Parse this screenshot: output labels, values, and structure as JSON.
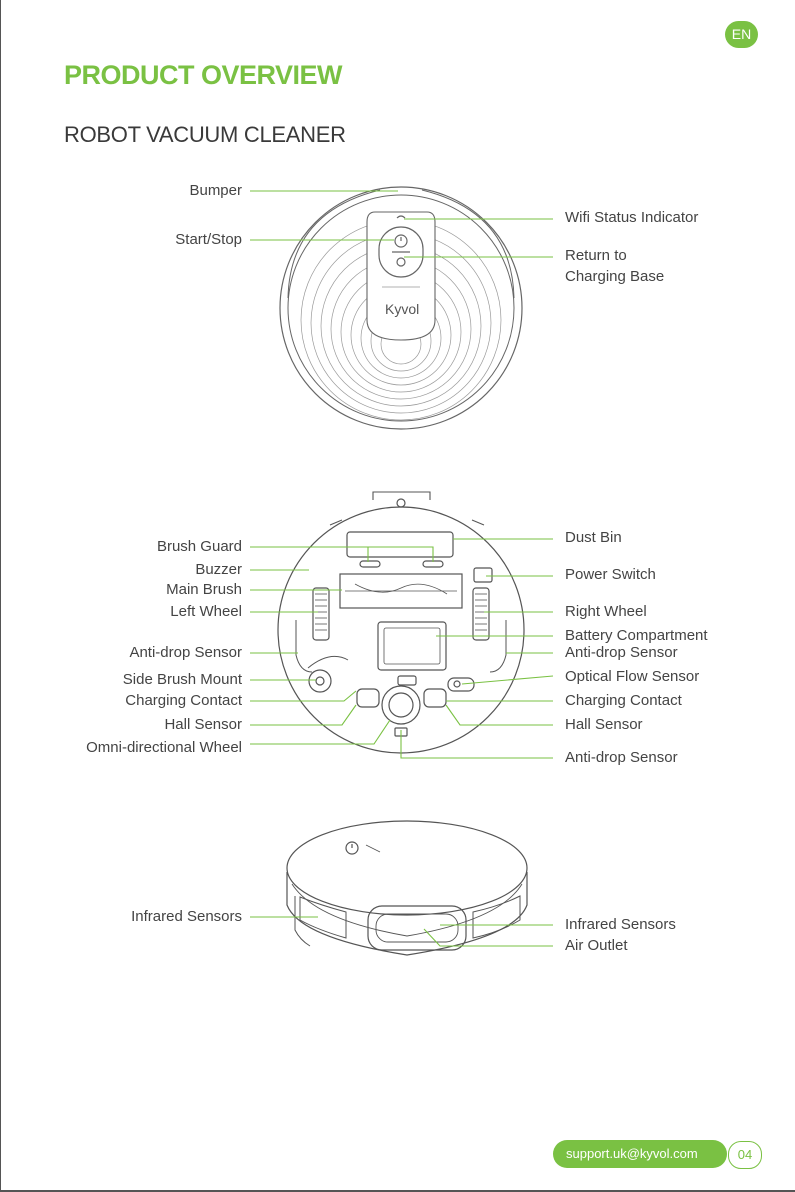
{
  "language_badge": "EN",
  "title": "PRODUCT OVERVIEW",
  "subtitle": "ROBOT VACUUM CLEANER",
  "brand_logo_text": "Kyvol",
  "top_view": {
    "left_labels": [
      "Bumper",
      "Start/Stop"
    ],
    "right_labels": [
      "Wifi Status Indicator",
      "Return to",
      "Charging Base"
    ]
  },
  "bottom_view": {
    "left_labels": [
      "Brush Guard",
      "Buzzer",
      "Main Brush",
      "Left Wheel",
      "Anti-drop Sensor",
      "Side Brush Mount",
      "Charging Contact",
      "Hall Sensor",
      "Omni-directional Wheel"
    ],
    "right_labels": [
      "Dust Bin",
      "Power Switch",
      "Right Wheel",
      "Battery Compartment",
      "Anti-drop Sensor",
      "Optical Flow Sensor",
      "Charging Contact",
      "Hall Sensor",
      "Anti-drop Sensor"
    ]
  },
  "side_view": {
    "left_labels": [
      "Infrared Sensors"
    ],
    "right_labels": [
      "Infrared Sensors",
      "Air Outlet"
    ]
  },
  "footer": {
    "email": "support.uk@kyvol.com",
    "page_number": "04"
  },
  "colors": {
    "accent": "#7ac143",
    "text": "#3a3a3a",
    "line": "#888888"
  }
}
